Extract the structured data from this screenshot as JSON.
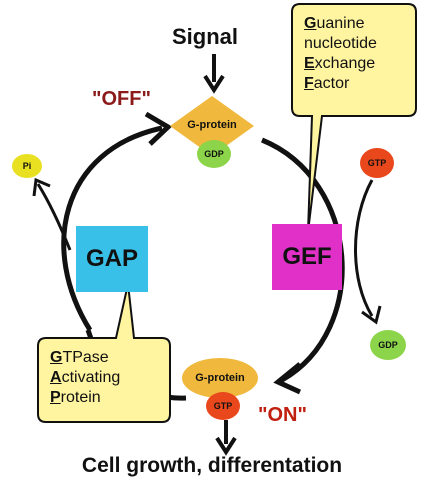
{
  "labels": {
    "signal": "Signal",
    "off": "\"OFF\"",
    "on": "\"ON\"",
    "output": "Cell growth, differentation"
  },
  "gprotein_off": {
    "label": "G-protein",
    "nucleotide": "GDP"
  },
  "gprotein_on": {
    "label": "G-protein",
    "nucleotide": "GTP"
  },
  "gap": {
    "label": "GAP"
  },
  "gef": {
    "label": "GEF"
  },
  "pi_ball": {
    "label": "Pi"
  },
  "gtp_ball": {
    "label": "GTP"
  },
  "gdp_ball": {
    "label": "GDP"
  },
  "gef_callout": {
    "lines": [
      {
        "initial": "G",
        "rest": "uanine"
      },
      {
        "initial": "",
        "rest": "nucleotide"
      },
      {
        "initial": "E",
        "rest": "xchange"
      },
      {
        "initial": "F",
        "rest": "actor"
      }
    ]
  },
  "gap_callout": {
    "lines": [
      {
        "initial": "G",
        "rest": "TPase"
      },
      {
        "initial": "A",
        "rest": "ctivating"
      },
      {
        "initial": "P",
        "rest": "rotein"
      }
    ]
  },
  "colors": {
    "gprotein": "#f0b83c",
    "gdp": "#8cd44a",
    "gtp": "#e8481c",
    "pi": "#e8e020",
    "gap": "#38c0e8",
    "gef": "#e030c8",
    "callout": "#fff4a0",
    "off_text": "#8c1a1a",
    "on_text": "#c02010"
  }
}
